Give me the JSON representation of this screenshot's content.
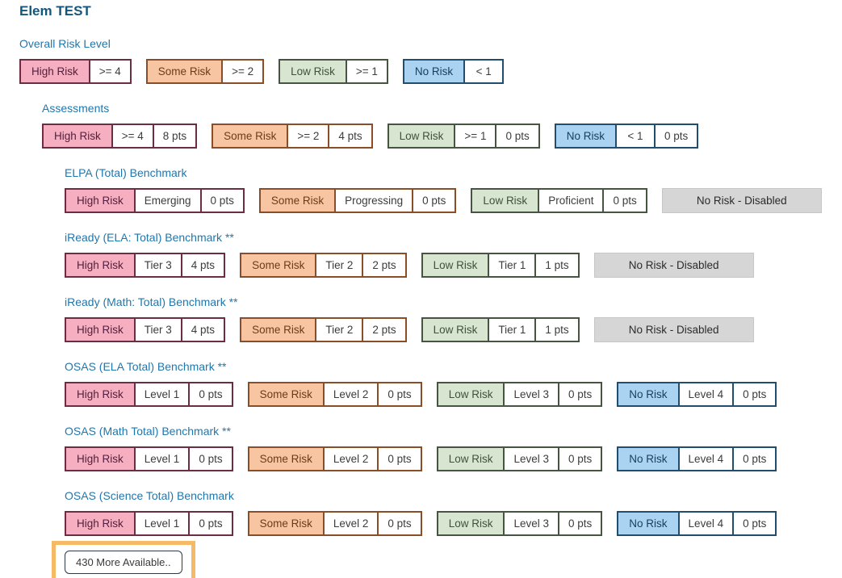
{
  "page": {
    "title": "Elem TEST"
  },
  "colors": {
    "title_text": "#15567D",
    "heading_text": "#2077AC",
    "high_risk_bg": "#F6AEC1",
    "high_risk_border": "#6E2C44",
    "some_risk_bg": "#F8C5A3",
    "some_risk_border": "#8A4D25",
    "low_risk_bg": "#D8E5D0",
    "low_risk_border": "#46553F",
    "no_risk_bg": "#A9D3F1",
    "no_risk_border": "#1F4E70",
    "disabled_bg": "#D6D6D6",
    "highlight_outline": "#F6BA67"
  },
  "sections": [
    {
      "id": "overall-risk-level",
      "heading": "Overall Risk Level",
      "indent": 0,
      "badges": [
        {
          "risk": "high",
          "label": "High Risk",
          "cells": [
            ">= 4"
          ]
        },
        {
          "risk": "some",
          "label": "Some Risk",
          "cells": [
            ">= 2"
          ]
        },
        {
          "risk": "low",
          "label": "Low Risk",
          "cells": [
            ">= 1"
          ]
        },
        {
          "risk": "no",
          "label": "No Risk",
          "cells": [
            "< 1"
          ]
        }
      ]
    },
    {
      "id": "assessments",
      "heading": "Assessments",
      "indent": 1,
      "badges": [
        {
          "risk": "high",
          "label": "High Risk",
          "cells": [
            ">= 4",
            "8 pts"
          ]
        },
        {
          "risk": "some",
          "label": "Some Risk",
          "cells": [
            ">= 2",
            "4 pts"
          ]
        },
        {
          "risk": "low",
          "label": "Low Risk",
          "cells": [
            ">= 1",
            "0 pts"
          ]
        },
        {
          "risk": "no",
          "label": "No Risk",
          "cells": [
            "< 1",
            "0 pts"
          ]
        }
      ]
    },
    {
      "id": "elpa-total-benchmark",
      "heading": "ELPA (Total) Benchmark",
      "indent": 2,
      "badges": [
        {
          "risk": "high",
          "label": "High Risk",
          "cells": [
            "Emerging",
            "0 pts"
          ]
        },
        {
          "risk": "some",
          "label": "Some Risk",
          "cells": [
            "Progressing",
            "0 pts"
          ]
        },
        {
          "risk": "low",
          "label": "Low Risk",
          "cells": [
            "Proficient",
            "0 pts"
          ]
        },
        {
          "risk": "disabled",
          "label": "No Risk - Disabled",
          "cells": []
        }
      ]
    },
    {
      "id": "iready-ela-total-benchmark",
      "heading": "iReady (ELA: Total) Benchmark **",
      "indent": 2,
      "badges": [
        {
          "risk": "high",
          "label": "High Risk",
          "cells": [
            "Tier 3",
            "4 pts"
          ]
        },
        {
          "risk": "some",
          "label": "Some Risk",
          "cells": [
            "Tier 2",
            "2 pts"
          ]
        },
        {
          "risk": "low",
          "label": "Low Risk",
          "cells": [
            "Tier 1",
            "1 pts"
          ]
        },
        {
          "risk": "disabled",
          "label": "No Risk - Disabled",
          "cells": []
        }
      ]
    },
    {
      "id": "iready-math-total-benchmark",
      "heading": "iReady (Math: Total) Benchmark **",
      "indent": 2,
      "badges": [
        {
          "risk": "high",
          "label": "High Risk",
          "cells": [
            "Tier 3",
            "4 pts"
          ]
        },
        {
          "risk": "some",
          "label": "Some Risk",
          "cells": [
            "Tier 2",
            "2 pts"
          ]
        },
        {
          "risk": "low",
          "label": "Low Risk",
          "cells": [
            "Tier 1",
            "1 pts"
          ]
        },
        {
          "risk": "disabled",
          "label": "No Risk - Disabled",
          "cells": []
        }
      ]
    },
    {
      "id": "osas-ela-total-benchmark",
      "heading": "OSAS (ELA Total) Benchmark **",
      "indent": 2,
      "badges": [
        {
          "risk": "high",
          "label": "High Risk",
          "cells": [
            "Level 1",
            "0 pts"
          ]
        },
        {
          "risk": "some",
          "label": "Some Risk",
          "cells": [
            "Level 2",
            "0 pts"
          ]
        },
        {
          "risk": "low",
          "label": "Low Risk",
          "cells": [
            "Level 3",
            "0 pts"
          ]
        },
        {
          "risk": "no",
          "label": "No Risk",
          "cells": [
            "Level 4",
            "0 pts"
          ]
        }
      ]
    },
    {
      "id": "osas-math-total-benchmark",
      "heading": "OSAS (Math Total) Benchmark **",
      "indent": 2,
      "badges": [
        {
          "risk": "high",
          "label": "High Risk",
          "cells": [
            "Level 1",
            "0 pts"
          ]
        },
        {
          "risk": "some",
          "label": "Some Risk",
          "cells": [
            "Level 2",
            "0 pts"
          ]
        },
        {
          "risk": "low",
          "label": "Low Risk",
          "cells": [
            "Level 3",
            "0 pts"
          ]
        },
        {
          "risk": "no",
          "label": "No Risk",
          "cells": [
            "Level 4",
            "0 pts"
          ]
        }
      ]
    },
    {
      "id": "osas-science-total-benchmark",
      "heading": "OSAS (Science Total) Benchmark",
      "indent": 2,
      "badges": [
        {
          "risk": "high",
          "label": "High Risk",
          "cells": [
            "Level 1",
            "0 pts"
          ]
        },
        {
          "risk": "some",
          "label": "Some Risk",
          "cells": [
            "Level 2",
            "0 pts"
          ]
        },
        {
          "risk": "low",
          "label": "Low Risk",
          "cells": [
            "Level 3",
            "0 pts"
          ]
        },
        {
          "risk": "no",
          "label": "No Risk",
          "cells": [
            "Level 4",
            "0 pts"
          ]
        }
      ]
    }
  ],
  "more": {
    "label": "430 More Available..",
    "highlighted": true
  }
}
